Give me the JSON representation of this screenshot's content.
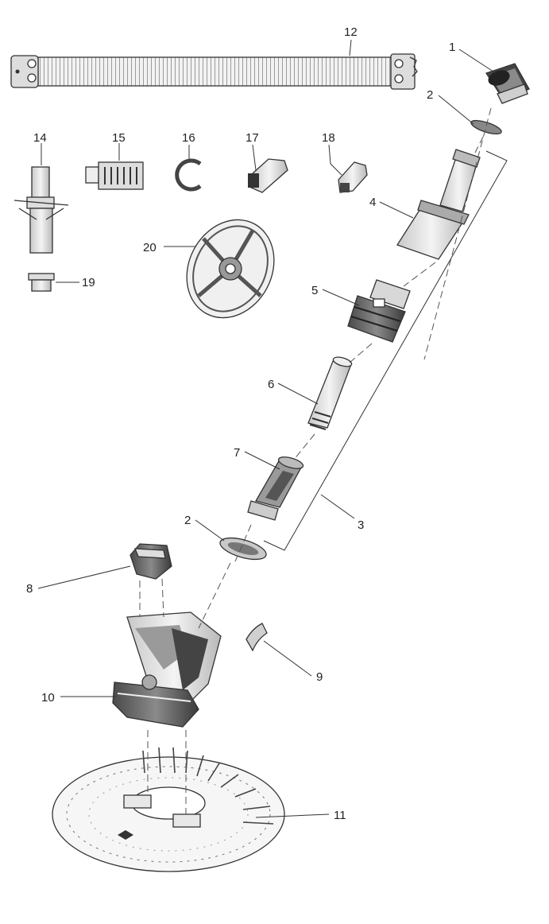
{
  "callouts": [
    {
      "id": "c1",
      "text": "1"
    },
    {
      "id": "c2a",
      "text": "2"
    },
    {
      "id": "c3",
      "text": "3"
    },
    {
      "id": "c4",
      "text": "4"
    },
    {
      "id": "c5",
      "text": "5"
    },
    {
      "id": "c6",
      "text": "6"
    },
    {
      "id": "c7",
      "text": "7"
    },
    {
      "id": "c2b",
      "text": "2"
    },
    {
      "id": "c8",
      "text": "8"
    },
    {
      "id": "c9",
      "text": "9"
    },
    {
      "id": "c10",
      "text": "10"
    },
    {
      "id": "c11",
      "text": "11"
    },
    {
      "id": "c12",
      "text": "12"
    },
    {
      "id": "c14",
      "text": "14"
    },
    {
      "id": "c15",
      "text": "15"
    },
    {
      "id": "c16",
      "text": "16"
    },
    {
      "id": "c17",
      "text": "17"
    },
    {
      "id": "c18",
      "text": "18"
    },
    {
      "id": "c19",
      "text": "19"
    },
    {
      "id": "c20",
      "text": "20"
    }
  ]
}
